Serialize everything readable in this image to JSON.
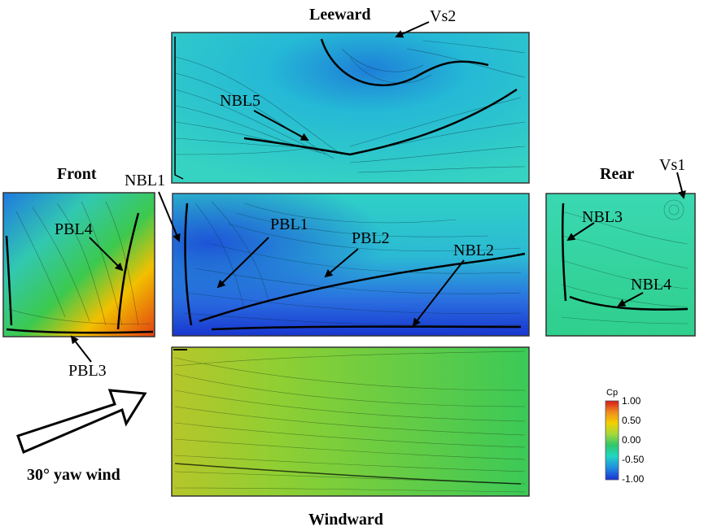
{
  "views": {
    "leeward": "Leeward",
    "windward": "Windward",
    "front": "Front",
    "rear": "Rear"
  },
  "callouts": {
    "vs2": "Vs2",
    "vs1": "Vs1",
    "nbl1": "NBL1",
    "nbl2": "NBL2",
    "nbl3": "NBL3",
    "nbl4": "NBL4",
    "nbl5": "NBL5",
    "pbl1": "PBL1",
    "pbl2": "PBL2",
    "pbl3": "PBL3",
    "pbl4": "PBL4"
  },
  "wind": {
    "label": "30° yaw wind"
  },
  "colorbar": {
    "title": "Cp",
    "ticks": [
      "1.00",
      "0.50",
      "0.00",
      "-0.50",
      "-1.00"
    ],
    "colors": [
      "#d7191c",
      "#f08a1e",
      "#f2d000",
      "#a6d83a",
      "#2fc86a",
      "#21d6c2",
      "#1f8ce0",
      "#1a2fd4"
    ]
  }
}
